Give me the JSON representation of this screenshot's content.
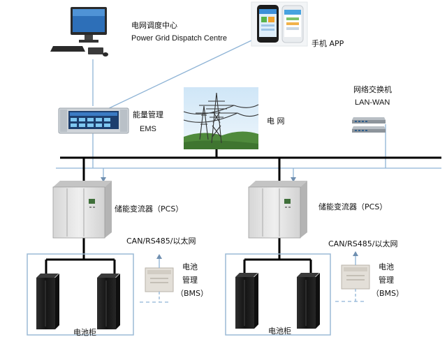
{
  "labels": {
    "dispatch_cn": "电网调度中心",
    "dispatch_en": "Power Grid Dispatch Centre",
    "app": "手机 APP",
    "ems_cn": "能量管理",
    "ems_en": "EMS",
    "grid": "电  网",
    "switch_cn": "网络交换机",
    "switch_en": "LAN-WAN",
    "pcs_left": "储能变流器（PCS）",
    "pcs_right": "储能变流器（PCS）",
    "bus_left": "CAN/RS485/以太网",
    "bus_right": "CAN/RS485/以太网",
    "bms_left_1": "电池",
    "bms_left_2": "管理",
    "bms_left_3": "（BMS）",
    "bms_right_1": "电池",
    "bms_right_2": "管理",
    "bms_right_3": "（BMS）",
    "cabinet_left": "电池柜",
    "cabinet_right": "电池柜"
  },
  "colors": {
    "comm_line": "#8fb4d6",
    "power_bus": "#000000",
    "frame": "#9bbad6",
    "cabinet": "#1e1e1e",
    "equipment": "#e4e4e4",
    "arrow": "#6f8fb0"
  }
}
